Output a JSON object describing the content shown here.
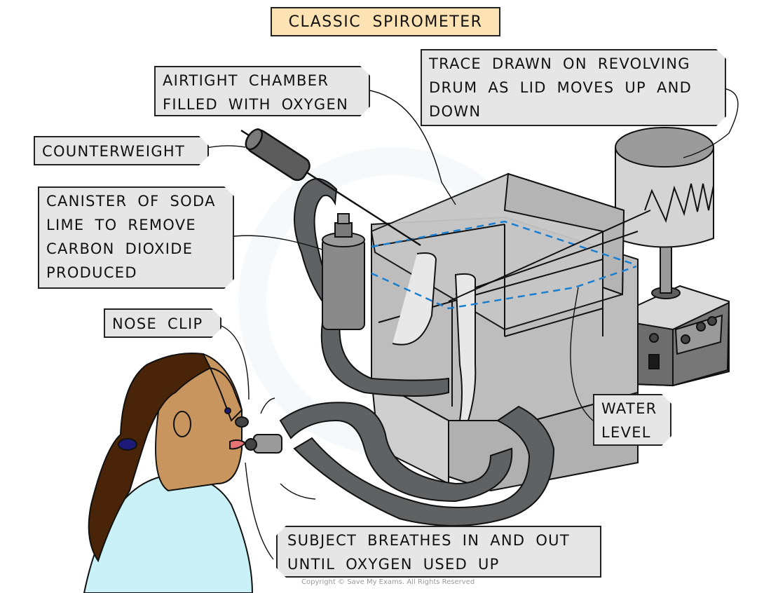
{
  "title": "CLASSIC SPIROMETER",
  "labels": {
    "airtight_chamber": "AIRTIGHT CHAMBER\nFILLED WITH OXYGEN",
    "trace_drum": "TRACE DRAWN ON REVOLVING\nDRUM AS LID MOVES UP AND\nDOWN",
    "counterweight": "COUNTERWEIGHT",
    "soda_lime": "CANISTER OF SODA\nLIME TO REMOVE\nCARBON DIOXIDE\nPRODUCED",
    "nose_clip": "NOSE CLIP",
    "water_level": "WATER\nLEVEL",
    "subject_breathes": "SUBJECT BREATHES IN AND OUT\nUNTIL OXYGEN USED UP"
  },
  "copyright": "Copyright © Save My Exams. All Rights Reserved",
  "colors": {
    "title_fill": "#fde2b3",
    "label_fill": "#e6e6e6",
    "water_line": "#1a7fd0",
    "tube": "#5f6162",
    "hair": "#4a2408",
    "skin": "#c8955f",
    "shirt": "#c9f1f7",
    "hair_tie": "#1e1a7a"
  }
}
